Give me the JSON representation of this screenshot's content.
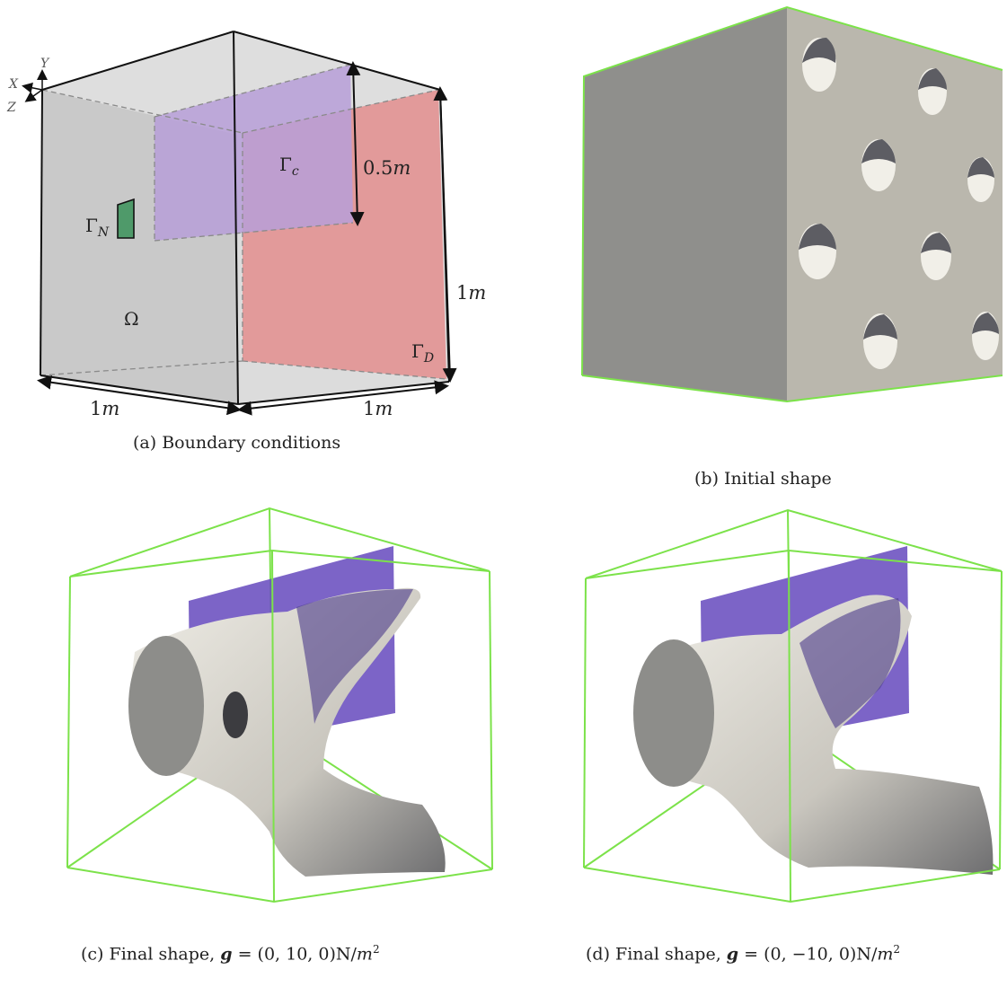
{
  "panel_a": {
    "caption": "(a) Boundary conditions",
    "axes": {
      "x": "X",
      "y": "Y",
      "z": "Z"
    },
    "labels": {
      "omega": "Ω",
      "gamma_c": "Γ",
      "gamma_c_sub": "c",
      "gamma_n": "Γ",
      "gamma_n_sub": "N",
      "gamma_d": "Γ",
      "gamma_d_sub": "D",
      "dim_half": "0.5",
      "dim_half_unit": "m",
      "dim_height": "1",
      "dim_height_unit": "m",
      "dim_width_left": "1",
      "dim_width_left_unit": "m",
      "dim_width_right": "1",
      "dim_width_right_unit": "m"
    },
    "colors": {
      "box": "#c9c9c9",
      "gamma_c": "#b79fd8",
      "gamma_d": "#e29a9a",
      "gamma_n": "#4f9a6a"
    }
  },
  "panel_b": {
    "caption": "(b) Initial shape",
    "colors": {
      "left_face": "#8f8f8c",
      "right_face": "#bab7ad",
      "edge": "#7ce24a"
    }
  },
  "panel_c": {
    "caption_prefix": "(c) Final shape, ",
    "caption_vec": "g",
    "caption_value": " = (0, 10, 0)N/",
    "caption_unit": "m",
    "caption_exp": "2"
  },
  "panel_d": {
    "caption_prefix": "(d) Final shape, ",
    "caption_vec": "g",
    "caption_value": " = (0, −10, 0)N/",
    "caption_unit": "m",
    "caption_exp": "2"
  },
  "colors": {
    "plane": "#6a4fbf",
    "frame": "#7ce24a",
    "solid": "#d9d6cf",
    "solid_end": "#8d8d8a"
  }
}
